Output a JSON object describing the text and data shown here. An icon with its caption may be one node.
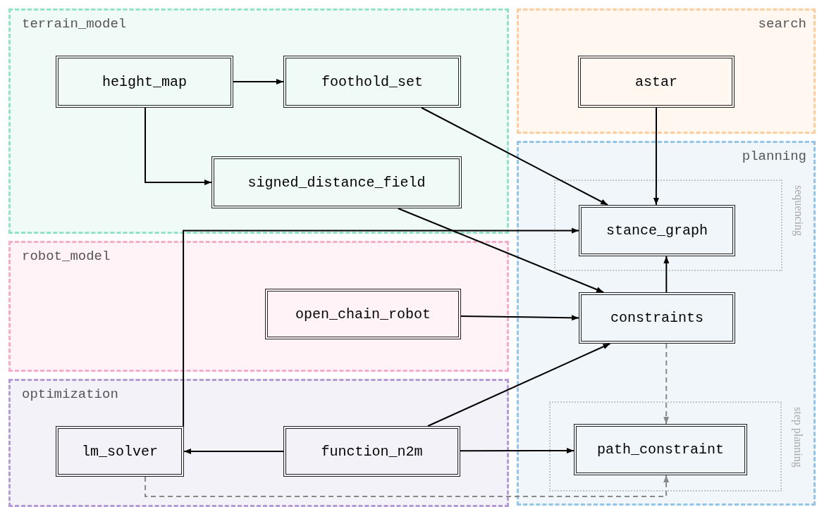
{
  "diagram": {
    "nodes": [
      {
        "text": [
          "terrain_model"
        ]
      },
      {
        "text": [
          "height_map"
        ],
        "in": 0
      },
      {
        "text": [
          "foothold_set"
        ],
        "in": 0
      },
      {
        "text": [
          "signed_distance_field"
        ],
        "in": 0
      },
      {
        "text": [
          "search"
        ]
      },
      {
        "text": [
          "astar"
        ],
        "in": 4
      },
      {
        "text": [
          "planning"
        ]
      },
      {
        "text": [
          "sequencing"
        ],
        "in": 6
      },
      {
        "text": [
          "stance_graph"
        ],
        "in": 7
      },
      {
        "text": [
          "constraints"
        ],
        "in": 6
      },
      {
        "text": [
          "step planning"
        ],
        "in": 6
      },
      {
        "text": [
          "path_constraint"
        ],
        "in": 10
      },
      {
        "text": [
          "robot_model"
        ]
      },
      {
        "text": [
          "open_chain_robot"
        ],
        "in": 12
      },
      {
        "text": [
          "optimization"
        ]
      },
      {
        "text": [
          "lm_solver"
        ],
        "in": 14
      },
      {
        "text": [
          "function_n2m"
        ],
        "in": 14
      }
    ],
    "edges": [
      {
        "from": 1,
        "to": 2,
        "arrow": "to"
      },
      {
        "from": 1,
        "to": 3,
        "arrow": "to"
      },
      {
        "from": 2,
        "to": 8,
        "arrow": "to"
      },
      {
        "from": 5,
        "to": 8,
        "arrow": "to"
      },
      {
        "from": 3,
        "to": 9,
        "arrow": "to"
      },
      {
        "from": 15,
        "to": 8,
        "arrow": "to"
      },
      {
        "from": 13,
        "to": 9,
        "arrow": "to"
      },
      {
        "from": 9,
        "to": 8,
        "arrow": "to"
      },
      {
        "from": 9,
        "to": 11,
        "arrow": "to",
        "style": "dashed",
        "color": "#888888"
      },
      {
        "from": 16,
        "to": 15,
        "arrow": "to"
      },
      {
        "from": 16,
        "to": 11,
        "arrow": "to"
      },
      {
        "from": 16,
        "to": 9,
        "arrow": "to"
      },
      {
        "from": 15,
        "to": 11,
        "arrow": "to",
        "style": "dashed",
        "color": "#888888"
      }
    ]
  }
}
